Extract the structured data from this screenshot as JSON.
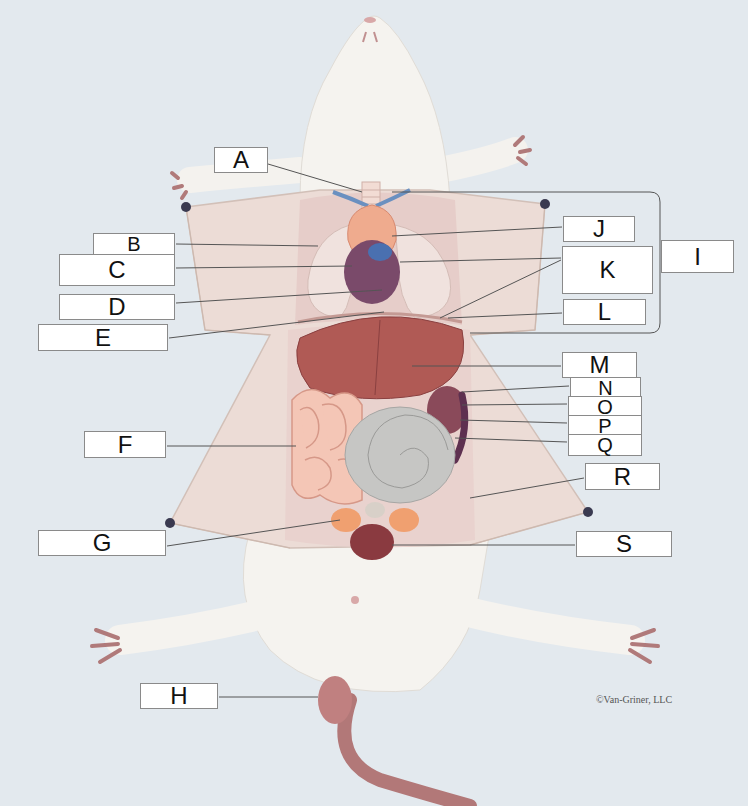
{
  "diagram": {
    "nodes": [
      {
        "text": [
          "A"
        ]
      },
      {
        "text": [
          "J"
        ]
      },
      {
        "text": [
          "I"
        ]
      },
      {
        "text": [
          "B"
        ]
      },
      {
        "text": [
          "C"
        ]
      },
      {
        "text": [
          "K"
        ]
      },
      {
        "text": [
          "D"
        ]
      },
      {
        "text": [
          "L"
        ]
      },
      {
        "text": [
          "E"
        ]
      },
      {
        "text": [
          "M"
        ]
      },
      {
        "text": [
          "N"
        ]
      },
      {
        "text": [
          "O"
        ]
      },
      {
        "text": [
          "P"
        ]
      },
      {
        "text": [
          "Q"
        ]
      },
      {
        "text": [
          "F"
        ]
      },
      {
        "text": [
          "R"
        ]
      },
      {
        "text": [
          "G"
        ]
      },
      {
        "text": [
          "S"
        ]
      },
      {
        "text": [
          "H"
        ]
      }
    ],
    "labels": [
      "©Van-Griner, LLC"
    ]
  }
}
